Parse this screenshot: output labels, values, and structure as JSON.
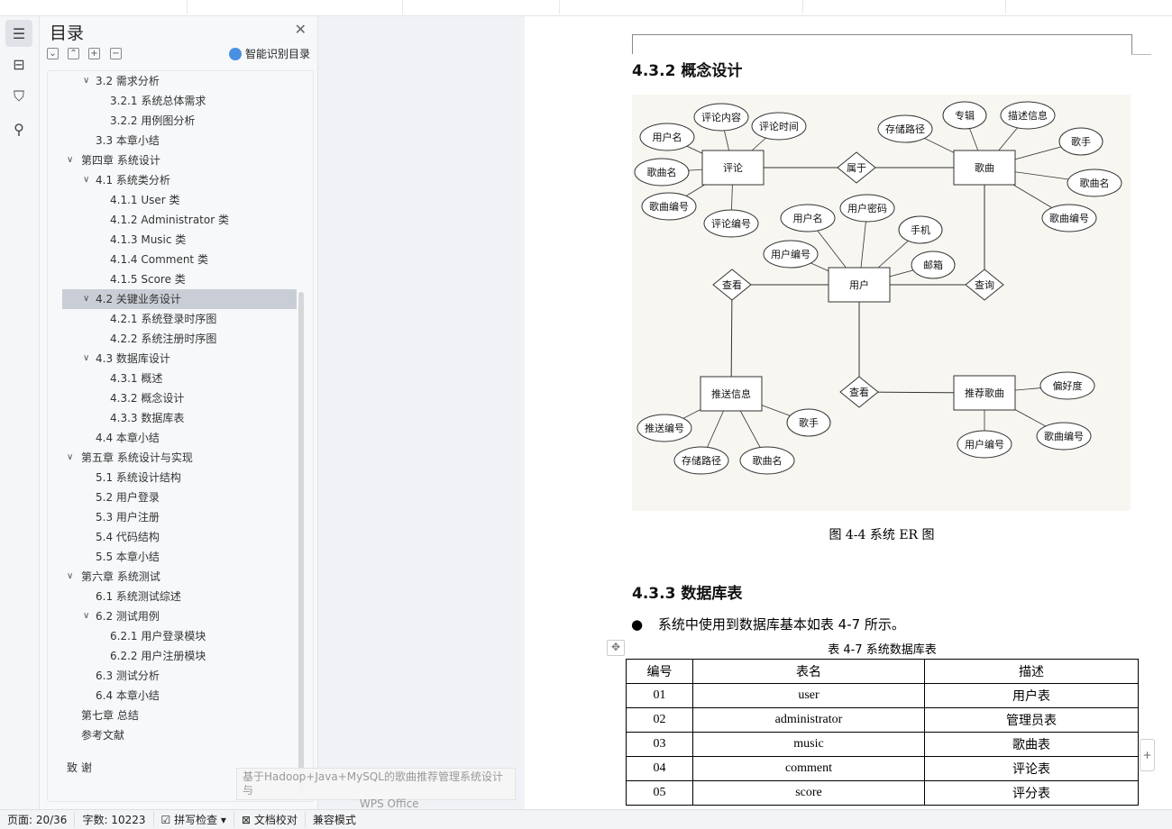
{
  "sidebar": {
    "title": "目录",
    "smart_toc": "智能识别目录",
    "tools": [
      "expand-all",
      "collapse-all",
      "add",
      "remove"
    ],
    "icons": [
      "toc-icon",
      "outline-icon",
      "bookmark-icon",
      "search-icon"
    ],
    "items": [
      {
        "label": "3.2  需求分析",
        "level": 2,
        "chevron": true
      },
      {
        "label": "3.2.1 系统总体需求",
        "level": 3
      },
      {
        "label": "3.2.2 用例图分析",
        "level": 3
      },
      {
        "label": "3.3 本章小结",
        "level": 2
      },
      {
        "label": "第四章  系统设计",
        "level": 1,
        "chevron": true
      },
      {
        "label": "4.1 系统类分析",
        "level": 2,
        "chevron": true
      },
      {
        "label": "4.1.1 User 类",
        "level": 3
      },
      {
        "label": "4.1.2 Administrator 类",
        "level": 3
      },
      {
        "label": "4.1.3 Music 类",
        "level": 3
      },
      {
        "label": "4.1.4 Comment 类",
        "level": 3
      },
      {
        "label": "4.1.5 Score 类",
        "level": 3
      },
      {
        "label": "4.2 关键业务设计",
        "level": 2,
        "chevron": true,
        "selected": true
      },
      {
        "label": "4.2.1 系统登录时序图",
        "level": 3
      },
      {
        "label": "4.2.2 系统注册时序图",
        "level": 3
      },
      {
        "label": "4.3 数据库设计",
        "level": 2,
        "chevron": true
      },
      {
        "label": "4.3.1 概述",
        "level": 3
      },
      {
        "label": "4.3.2 概念设计",
        "level": 3
      },
      {
        "label": "4.3.3 数据库表",
        "level": 3
      },
      {
        "label": "4.4 本章小结",
        "level": 2
      },
      {
        "label": "第五章  系统设计与实现",
        "level": 1,
        "chevron": true
      },
      {
        "label": "5.1 系统设计结构",
        "level": 2
      },
      {
        "label": "5.2 用户登录",
        "level": 2
      },
      {
        "label": "5.3 用户注册",
        "level": 2
      },
      {
        "label": "5.4  代码结构",
        "level": 2
      },
      {
        "label": "5.5  本章小结",
        "level": 2
      },
      {
        "label": "第六章  系统测试",
        "level": 1,
        "chevron": true
      },
      {
        "label": "6.1 系统测试综述",
        "level": 2
      },
      {
        "label": "6.2 测试用例",
        "level": 2,
        "chevron": true
      },
      {
        "label": "6.2.1 用户登录模块",
        "level": 3
      },
      {
        "label": "6.2.2 用户注册模块",
        "level": 3
      },
      {
        "label": "6.3 测试分析",
        "level": 2
      },
      {
        "label": "6.4 本章小结",
        "level": 2
      },
      {
        "label": "第七章  总结",
        "level": 1
      },
      {
        "label": "参考文献",
        "level": 1
      }
    ],
    "last_item": "致    谢"
  },
  "document": {
    "heading_1": "4.3.2 概念设计",
    "figure_caption": "图 4-4    系统 ER 图",
    "heading_2": "4.3.3 数据库表",
    "bullet": "系统中使用到数据库基本如表 4-7 所示。",
    "table_caption": "表 4-7    系统数据库表",
    "table": {
      "headers": [
        "编号",
        "表名",
        "描述"
      ],
      "rows": [
        [
          "01",
          "user",
          "用户表"
        ],
        [
          "02",
          "administrator",
          "管理员表"
        ],
        [
          "03",
          "music",
          "歌曲表"
        ],
        [
          "04",
          "comment",
          "评论表"
        ],
        [
          "05",
          "score",
          "评分表"
        ]
      ]
    },
    "er": {
      "background": "#f8f6f0",
      "entities": {
        "comment": "评论",
        "song": "歌曲",
        "user": "用户",
        "push": "推送信息",
        "rec": "推荐歌曲"
      },
      "relations": {
        "belongs": "属于",
        "view1": "查看",
        "query": "查询",
        "view2": "查看"
      },
      "attributes": {
        "c_user": "用户名",
        "c_content": "评论内容",
        "c_time": "评论时间",
        "c_song": "歌曲名",
        "c_songid": "歌曲编号",
        "c_id": "评论编号",
        "s_path": "存储路径",
        "s_album": "专辑",
        "s_desc": "描述信息",
        "s_singer": "歌手",
        "s_name": "歌曲名",
        "s_id": "歌曲编号",
        "u_name": "用户名",
        "u_pwd": "用户密码",
        "u_phone": "手机",
        "u_id": "用户编号",
        "u_mail": "邮箱",
        "p_id": "推送编号",
        "p_path": "存储路径",
        "p_song": "歌曲名",
        "p_singer": "歌手",
        "r_pref": "偏好度",
        "r_songid": "歌曲编号",
        "r_uid": "用户编号"
      }
    }
  },
  "status": {
    "page": "页面: 20/36",
    "words": "字数: 10223",
    "spell": "拼写检查",
    "proof": "文档校对",
    "compat": "兼容模式"
  },
  "tooltip": {
    "line1": "基于Hadoop+Java+MySQL的歌曲推荐管理系统设计与",
    "line2": "WPS Office"
  }
}
